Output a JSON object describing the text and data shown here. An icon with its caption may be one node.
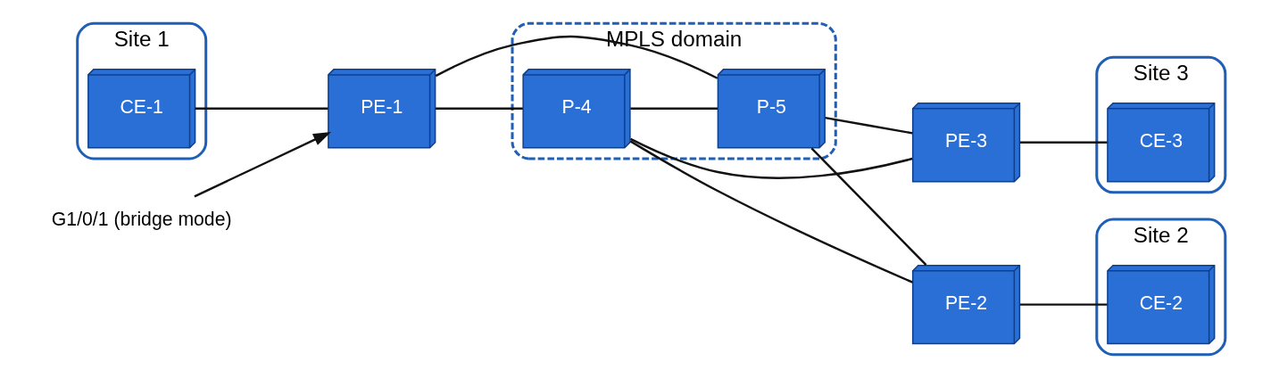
{
  "diagram": {
    "nodes": [
      {
        "text": [
          "Site 1"
        ]
      },
      {
        "text": [
          "CE-1"
        ],
        "in": 0
      },
      {
        "text": [
          "G1/0/1 (bridge mode)"
        ]
      },
      {
        "text": [
          "PE-1"
        ]
      },
      {
        "text": [
          "MPLS domain"
        ]
      },
      {
        "text": [
          "P-4"
        ],
        "in": 4
      },
      {
        "text": [
          "P-5"
        ],
        "in": 4
      },
      {
        "text": [
          "PE-2"
        ]
      },
      {
        "text": [
          "PE-3"
        ]
      },
      {
        "text": [
          "Site 2"
        ]
      },
      {
        "text": [
          "CE-2"
        ],
        "in": 9
      },
      {
        "text": [
          "Site 3"
        ]
      },
      {
        "text": [
          "CE-3"
        ],
        "in": 11
      }
    ],
    "edges": [
      {
        "from": 1,
        "to": 3,
        "arrow": "none"
      },
      {
        "from": 2,
        "to": 3,
        "arrow": "to"
      },
      {
        "from": 3,
        "to": 5,
        "arrow": "none"
      },
      {
        "from": 3,
        "to": 6,
        "arrow": "none"
      },
      {
        "from": 5,
        "to": 6,
        "arrow": "none"
      },
      {
        "from": 5,
        "to": 7,
        "arrow": "none"
      },
      {
        "from": 5,
        "to": 8,
        "arrow": "none"
      },
      {
        "from": 6,
        "to": 7,
        "arrow": "none"
      },
      {
        "from": 6,
        "to": 8,
        "arrow": "none"
      },
      {
        "from": 7,
        "to": 10,
        "arrow": "none"
      },
      {
        "from": 8,
        "to": 12,
        "arrow": "none"
      }
    ]
  }
}
